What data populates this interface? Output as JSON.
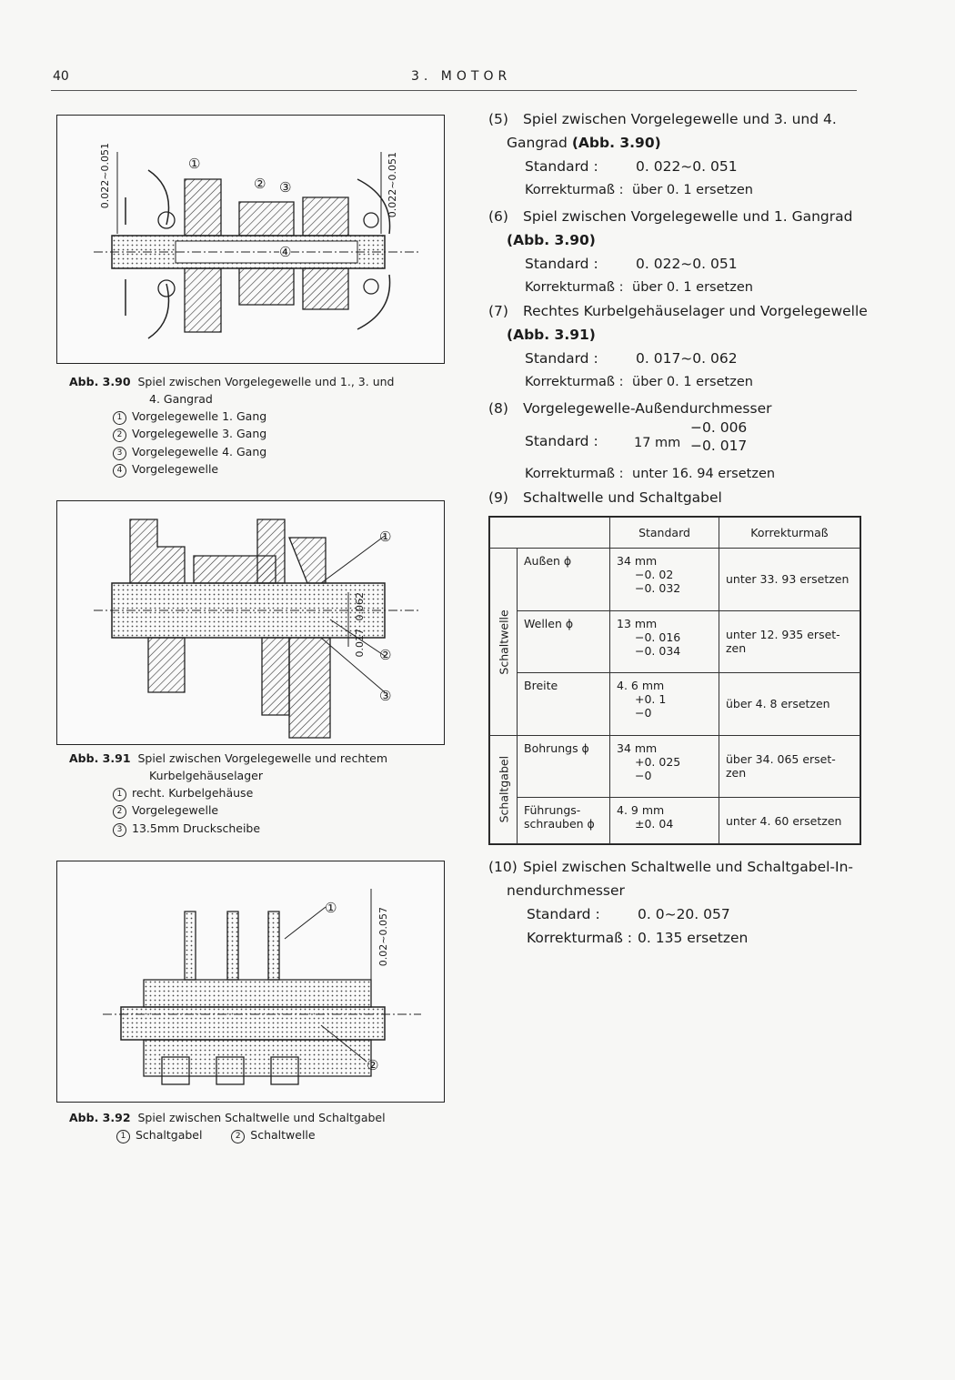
{
  "header": {
    "page_number": "40",
    "chapter": "3. MOTOR"
  },
  "fig90": {
    "label": "Abb. 3.90",
    "caption_l1": "Spiel zwischen Vorgelegewelle und 1., 3. und",
    "caption_l2": "4. Gangrad",
    "dim_left": "0.022~0.051",
    "dim_right": "0.022~0.051",
    "callouts": [
      "①",
      "②",
      "③",
      "④"
    ],
    "legend": [
      {
        "mark": "1",
        "text": "Vorgelegewelle 1. Gang"
      },
      {
        "mark": "2",
        "text": "Vorgelegewelle 3. Gang"
      },
      {
        "mark": "3",
        "text": "Vorgelegewelle 4. Gang"
      },
      {
        "mark": "4",
        "text": "Vorgelegewelle"
      }
    ]
  },
  "fig91": {
    "label": "Abb. 3.91",
    "caption_l1": "Spiel zwischen Vorgelegewelle und rechtem",
    "caption_l2": "Kurbelgehäuselager",
    "dim_a": "0.062",
    "dim_b": "0.017",
    "callouts": [
      "①",
      "②",
      "③"
    ],
    "legend": [
      {
        "mark": "1",
        "text": "recht. Kurbelgehäuse"
      },
      {
        "mark": "2",
        "text": "Vorgelegewelle"
      },
      {
        "mark": "3",
        "text": "13.5mm Druckscheibe"
      }
    ]
  },
  "fig92": {
    "label": "Abb. 3.92",
    "caption": "Spiel zwischen Schaltwelle und Schaltgabel",
    "dim": "0.02~0.057",
    "callouts": [
      "①",
      "②"
    ],
    "legend": [
      {
        "mark": "1",
        "text": "Schaltgabel"
      },
      {
        "mark": "2",
        "text": "Schaltwelle"
      }
    ]
  },
  "items": {
    "i5": {
      "num": "(5)",
      "title_l1": "Spiel zwischen Vorgelegewelle und 3. und 4.",
      "title_l2": "Gangrad ",
      "ref": "(Abb. 3.90)",
      "std_label": "Standard :",
      "std_value": "0. 022~0. 051",
      "korr_label": "Korrekturmaß :",
      "korr_value": "über 0. 1 ersetzen"
    },
    "i6": {
      "num": "(6)",
      "title_l1": "Spiel zwischen Vorgelegewelle und 1. Gangrad",
      "ref": "(Abb. 3.90)",
      "std_label": "Standard :",
      "std_value": "0. 022~0. 051",
      "korr_label": "Korrekturmaß :",
      "korr_value": "über 0. 1 ersetzen"
    },
    "i7": {
      "num": "(7)",
      "title_l1": "Rechtes Kurbelgehäuselager und Vorgelegewelle",
      "ref": "(Abb. 3.91)",
      "std_label": "Standard :",
      "std_value": "0. 017~0. 062",
      "korr_label": "Korrekturmaß :",
      "korr_value": "über 0. 1 ersetzen"
    },
    "i8": {
      "num": "(8)",
      "title_l1": "Vorgelegewelle-Außendurchmesser",
      "std_label": "Standard :",
      "std_value": "17 mm",
      "tol_upper": "−0. 006",
      "tol_lower": "−0. 017",
      "korr_label": "Korrekturmaß :",
      "korr_value": "unter 16. 94 ersetzen"
    },
    "i9": {
      "num": "(9)",
      "title_l1": "Schaltwelle und Schaltgabel"
    },
    "i10": {
      "num": "(10)",
      "title_l1": "Spiel zwischen Schaltwelle und Schaltgabel-In-",
      "title_l2": "nendurchmesser",
      "std_label": "Standard :",
      "std_value": "0. 0~20. 057",
      "korr_label": "Korrekturmaß :",
      "korr_value": "0. 135 ersetzen"
    }
  },
  "table": {
    "headers": {
      "standard": "Standard",
      "korrektur": "Korrekturmaß"
    },
    "group1": "Schaltwelle",
    "group2": "Schaltgabel",
    "rows": [
      {
        "name": "Außen ϕ",
        "std": "34 mm",
        "tol1": "−0. 02",
        "tol2": "−0. 032",
        "korr": "unter 33. 93 ersetzen"
      },
      {
        "name": "Wellen ϕ",
        "std": "13 mm",
        "tol1": "−0. 016",
        "tol2": "−0. 034",
        "korr": "unter 12. 935 erset-zen"
      },
      {
        "name": "Breite",
        "std": "4. 6 mm",
        "tol1": "+0. 1",
        "tol2": "−0",
        "korr": "über 4. 8 ersetzen"
      },
      {
        "name": "Bohrungs ϕ",
        "std": "34 mm",
        "tol1": "+0. 025",
        "tol2": "−0",
        "korr": "über 34. 065 erset-zen"
      },
      {
        "name": "Führungs-schrauben ϕ",
        "std": "4. 9 mm",
        "tol1": "±0. 04",
        "tol2": "",
        "korr": "unter 4. 60 ersetzen"
      }
    ]
  },
  "colors": {
    "ink": "#1c1c1c",
    "paper": "#f7f7f5",
    "hatch": "#333333"
  }
}
